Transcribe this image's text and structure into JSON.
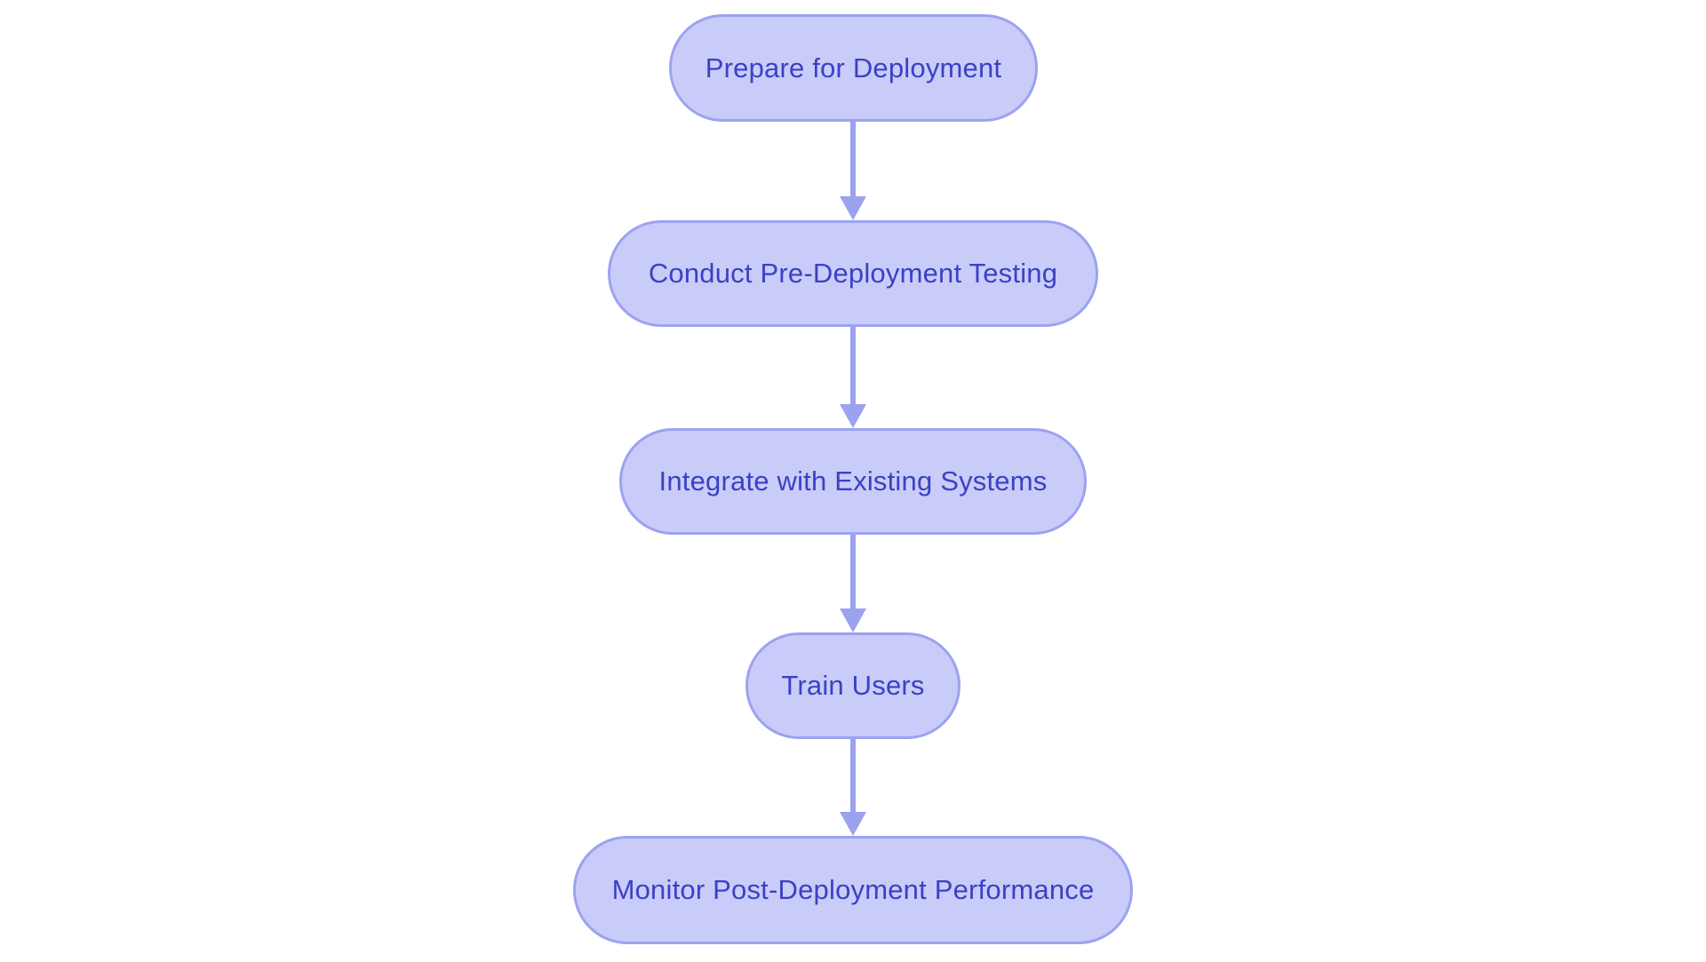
{
  "diagram": {
    "type": "flowchart",
    "direction": "top-down",
    "colors": {
      "background": "#ffffff",
      "node_fill": "#c9ccf8",
      "node_border": "#9ba3f0",
      "node_text": "#3b41c5",
      "arrow": "#9ba2ee"
    },
    "nodes": [
      {
        "id": "prepare-for-deployment",
        "label": "Prepare for Deployment"
      },
      {
        "id": "conduct-pre-deployment-testing",
        "label": "Conduct Pre-Deployment Testing"
      },
      {
        "id": "integrate-with-existing-systems",
        "label": "Integrate with Existing Systems"
      },
      {
        "id": "train-users",
        "label": "Train Users"
      },
      {
        "id": "monitor-post-deployment-performance",
        "label": "Monitor Post-Deployment Performance"
      }
    ],
    "edges": [
      {
        "from": "prepare-for-deployment",
        "to": "conduct-pre-deployment-testing"
      },
      {
        "from": "conduct-pre-deployment-testing",
        "to": "integrate-with-existing-systems"
      },
      {
        "from": "integrate-with-existing-systems",
        "to": "train-users"
      },
      {
        "from": "train-users",
        "to": "monitor-post-deployment-performance"
      }
    ]
  }
}
